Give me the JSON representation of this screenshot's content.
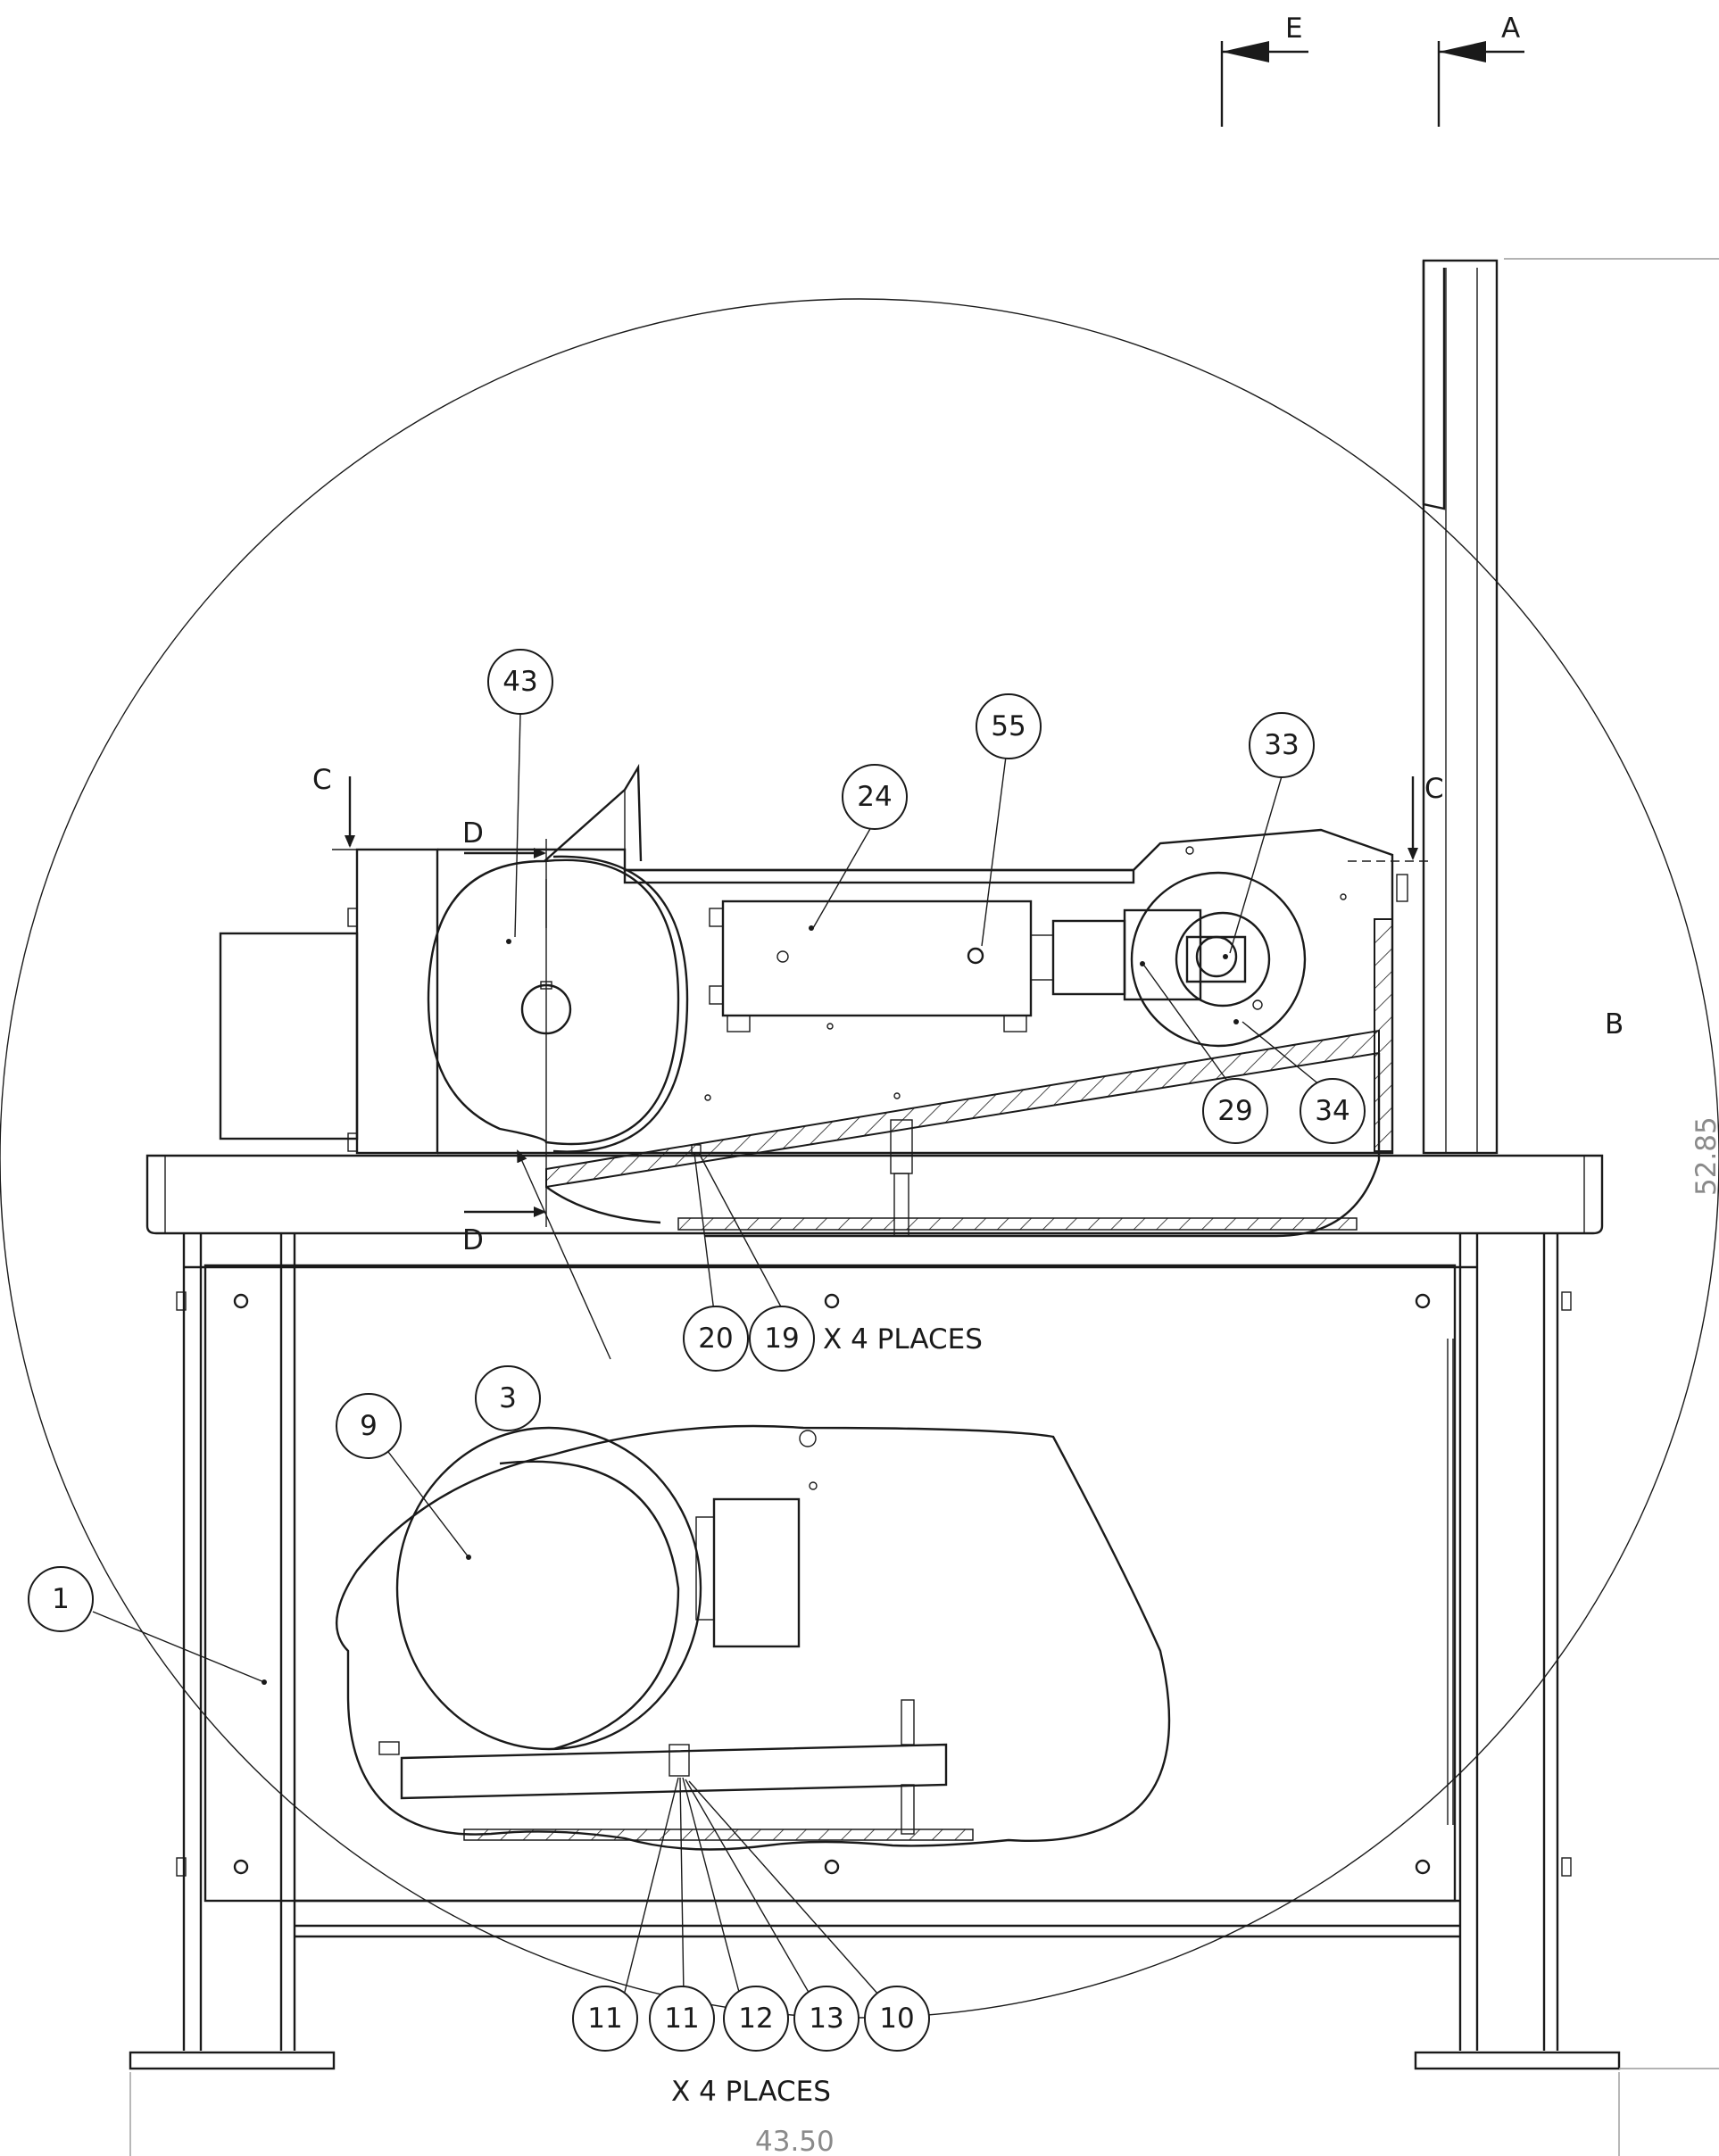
{
  "section_markers": {
    "e": "E",
    "a": "A",
    "c_left": "C",
    "c_right": "C",
    "d_top": "D",
    "d_bottom": "D"
  },
  "detail_label": "B",
  "callouts": {
    "c1": "1",
    "c3": "3",
    "c9": "9",
    "c10": "10",
    "c11a": "11",
    "c11b": "11",
    "c12": "12",
    "c13": "13",
    "c19": "19",
    "c20": "20",
    "c24": "24",
    "c29": "29",
    "c33": "33",
    "c34": "34",
    "c43": "43",
    "c55": "55"
  },
  "notes": {
    "x4_upper": "X 4 PLACES",
    "x4_lower": "X 4 PLACES"
  },
  "dimensions": {
    "height": "52.85",
    "width": "43.50"
  }
}
